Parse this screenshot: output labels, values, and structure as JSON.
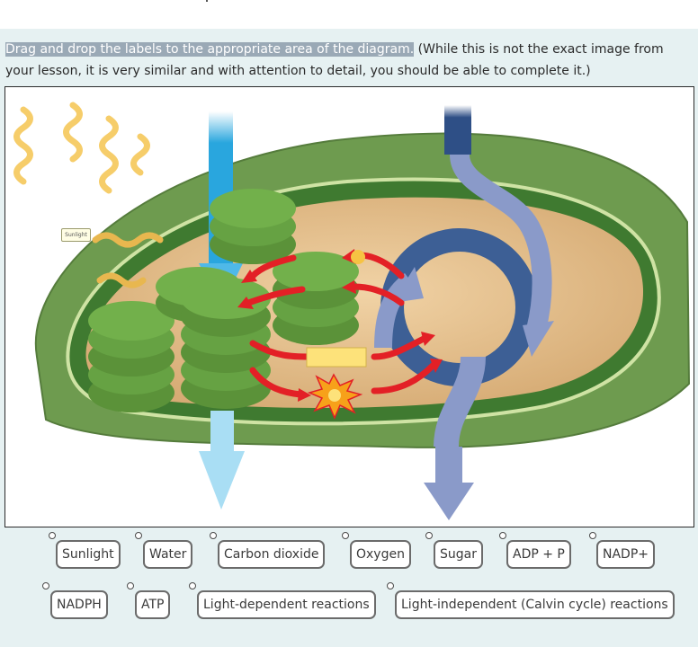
{
  "prompt": {
    "highlighted": "Drag and drop the labels to the appropriate area of the diagram.",
    "rest": " (While this is not the exact image from your lesson, it is very similar and with attention to detail, you should be able to complete it.)"
  },
  "drop_zone": {
    "label": "Sunlight"
  },
  "labels": [
    {
      "id": "sunlight",
      "text": "Sunlight"
    },
    {
      "id": "water",
      "text": "Water"
    },
    {
      "id": "carbon-dioxide",
      "text": "Carbon dioxide"
    },
    {
      "id": "oxygen",
      "text": "Oxygen"
    },
    {
      "id": "sugar",
      "text": "Sugar"
    },
    {
      "id": "adp-p",
      "text": "ADP + P"
    },
    {
      "id": "nadp-plus",
      "text": "NADP+"
    },
    {
      "id": "nadph",
      "text": "NADPH"
    },
    {
      "id": "atp",
      "text": "ATP"
    },
    {
      "id": "light-dependent-reactions",
      "text": "Light-dependent reactions"
    },
    {
      "id": "light-independent-reactions",
      "text": "Light-independent (Calvin cycle) reactions"
    }
  ],
  "colors": {
    "panel_bg": "#e6f1f2",
    "chloroplast_outer": "#6e9b4f",
    "stroma": "#dfb987",
    "thylakoid": "#5f9b3c",
    "water_arrow": "#29a6de",
    "calvin_cycle": "#3d5f95",
    "red_arrow": "#e32026",
    "atp_bar": "#fde27a"
  }
}
